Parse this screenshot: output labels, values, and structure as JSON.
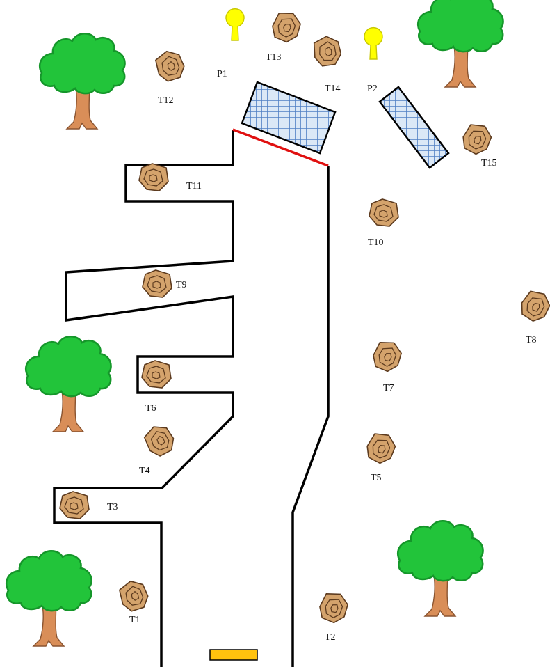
{
  "colors": {
    "background": "#ffffff",
    "wall": "#000000",
    "red_line": "#e01010",
    "stump_fill": "#d4a36c",
    "stump_ring": "#5c3a1e",
    "foliage": "#22c43a",
    "foliage_dark": "#15962a",
    "trunk": "#d98e58",
    "net_fill": "#dbe8f6",
    "net_grid": "#4f7fc4",
    "marker": "#ffff00",
    "start_pad": "#ffc20e"
  },
  "markers": [
    {
      "label": "P1",
      "icon": "keyhole-marker-icon"
    },
    {
      "label": "P2",
      "icon": "keyhole-marker-icon"
    }
  ],
  "stumps": [
    {
      "label": "T1",
      "icon": "stump-icon"
    },
    {
      "label": "T2",
      "icon": "stump-icon"
    },
    {
      "label": "T3",
      "icon": "stump-icon"
    },
    {
      "label": "T4",
      "icon": "stump-icon"
    },
    {
      "label": "T5",
      "icon": "stump-icon"
    },
    {
      "label": "T6",
      "icon": "stump-icon"
    },
    {
      "label": "T7",
      "icon": "stump-icon"
    },
    {
      "label": "T8",
      "icon": "stump-icon"
    },
    {
      "label": "T9",
      "icon": "stump-icon"
    },
    {
      "label": "T10",
      "icon": "stump-icon"
    },
    {
      "label": "T11",
      "icon": "stump-icon"
    },
    {
      "label": "T12",
      "icon": "stump-icon"
    },
    {
      "label": "T13",
      "icon": "stump-icon"
    },
    {
      "label": "T14",
      "icon": "stump-icon"
    },
    {
      "label": "T15",
      "icon": "stump-icon"
    }
  ],
  "trees": [
    {
      "icon": "tree-icon"
    },
    {
      "icon": "tree-icon"
    },
    {
      "icon": "tree-icon"
    },
    {
      "icon": "tree-icon"
    },
    {
      "icon": "tree-icon"
    }
  ],
  "nets": [
    {
      "icon": "net-icon"
    },
    {
      "icon": "net-icon"
    }
  ]
}
